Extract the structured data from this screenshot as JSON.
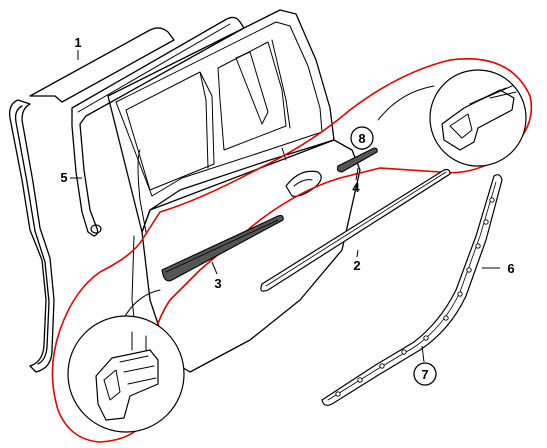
{
  "parts": [
    {
      "id": "part-1",
      "number": "1",
      "circled": false
    },
    {
      "id": "part-2",
      "number": "2",
      "circled": false
    },
    {
      "id": "part-3",
      "number": "3",
      "circled": false
    },
    {
      "id": "part-4",
      "number": "4",
      "circled": false
    },
    {
      "id": "part-5",
      "number": "5",
      "circled": false
    },
    {
      "id": "part-6",
      "number": "6",
      "circled": false
    },
    {
      "id": "part-7",
      "number": "7",
      "circled": true
    },
    {
      "id": "part-8",
      "number": "8",
      "circled": true
    }
  ],
  "colors": {
    "line": "#000000",
    "highlight": "#e00000",
    "background": "#ffffff",
    "strip_shade": "#555555"
  }
}
